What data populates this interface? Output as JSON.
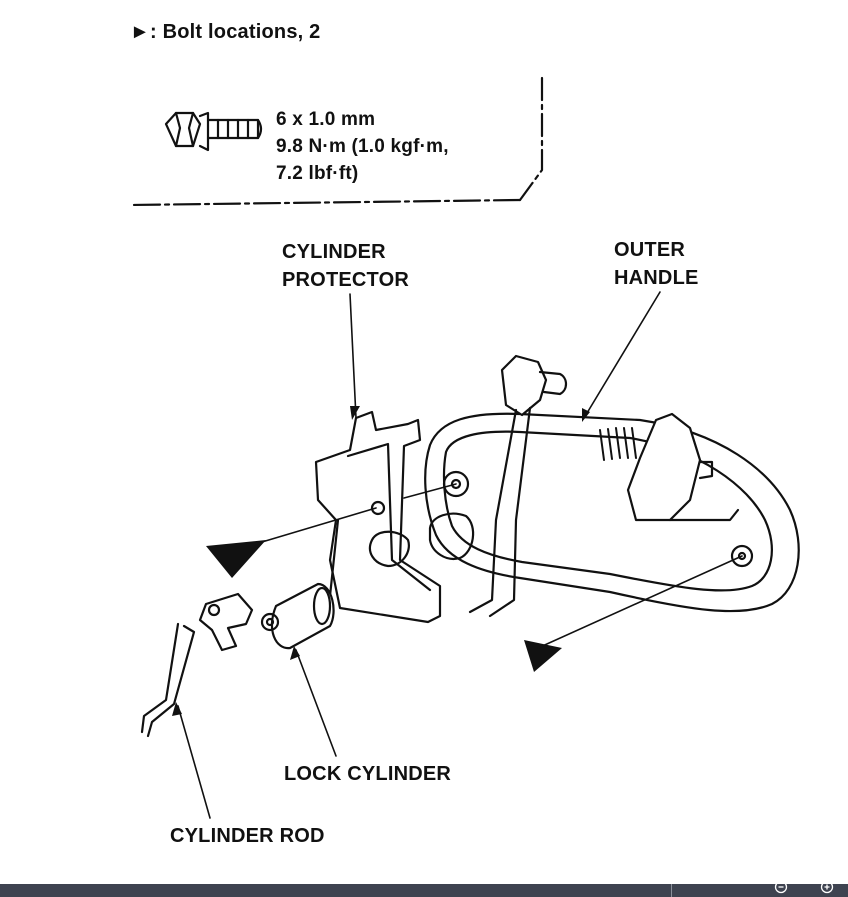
{
  "header": {
    "marker": "►",
    "text": ": Bolt locations, 2"
  },
  "bolt_spec": {
    "size": "6 x 1.0 mm",
    "torque_line1": "9.8 N·m (1.0 kgf·m,",
    "torque_line2": "7.2 lbf·ft)"
  },
  "labels": {
    "cylinder_protector_1": "CYLINDER",
    "cylinder_protector_2": "PROTECTOR",
    "outer_handle_1": "OUTER",
    "outer_handle_2": "HANDLE",
    "lock_cylinder": "LOCK CYLINDER",
    "cylinder_rod": "CYLINDER ROD"
  },
  "colors": {
    "ink": "#111111",
    "paper": "#ffffff",
    "toolbar": "#3e4350"
  },
  "icons": [
    "zoom-out-icon",
    "zoom-in-icon"
  ]
}
